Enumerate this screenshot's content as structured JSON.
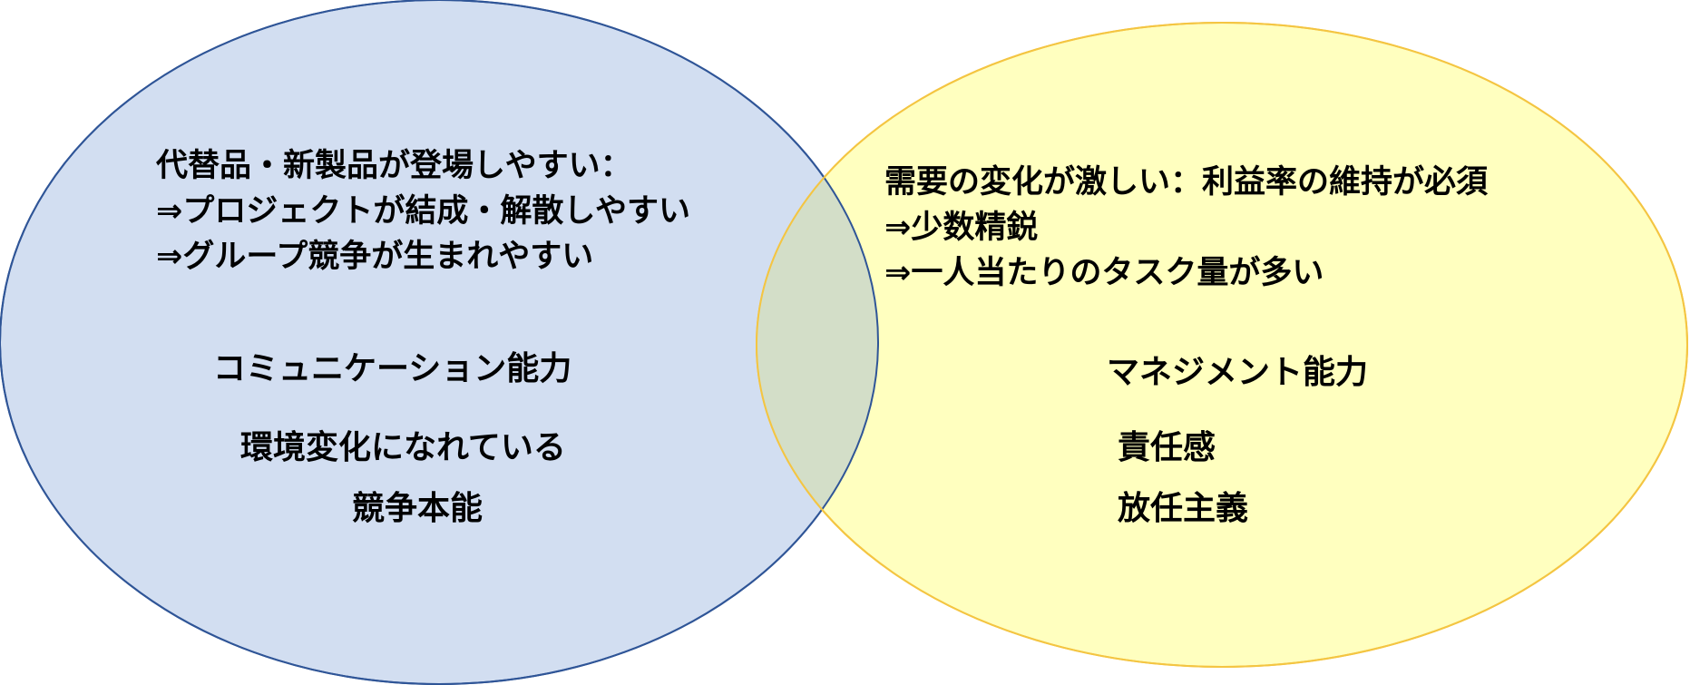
{
  "colors": {
    "left_fill": "#D2DEF1",
    "left_stroke": "#2F5597",
    "right_fill": "#FFFFBF",
    "right_stroke": "#F4C542",
    "overlap_fill": "#D3DEC8",
    "text": "#000000"
  },
  "left": {
    "description_lines": [
      "代替品・新製品が登場しやすい：",
      "⇒プロジェクトが結成・解散しやすい",
      "⇒グループ競争が生まれやすい"
    ],
    "skill": "コミュニケーション能力",
    "traits": [
      "環境変化になれている",
      "競争本能"
    ]
  },
  "right": {
    "description_lines": [
      "需要の変化が激しい：利益率の維持が必須",
      "⇒少数精鋭",
      "⇒一人当たりのタスク量が多い"
    ],
    "skill": "マネジメント能力",
    "traits": [
      "責任感",
      "放任主義"
    ]
  }
}
